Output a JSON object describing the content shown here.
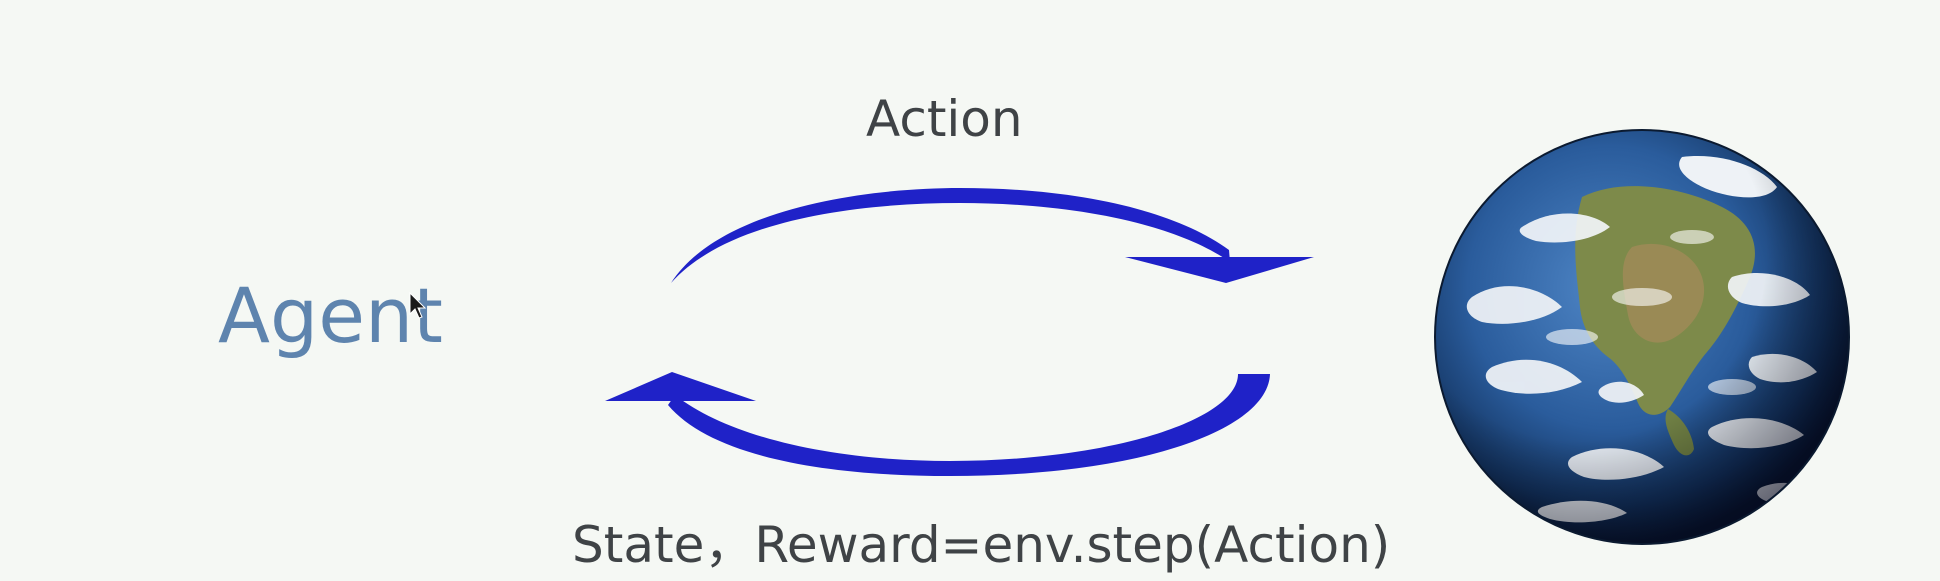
{
  "diagram": {
    "agent_label": "Agent",
    "action_label": "Action",
    "state_label": "State，Reward=env.step(Action)",
    "arrow_color": "#1f22c8",
    "agent_color": "#5e84ae"
  },
  "icons": {
    "environment": "earth-globe-icon",
    "pointer": "mouse-cursor-icon"
  }
}
